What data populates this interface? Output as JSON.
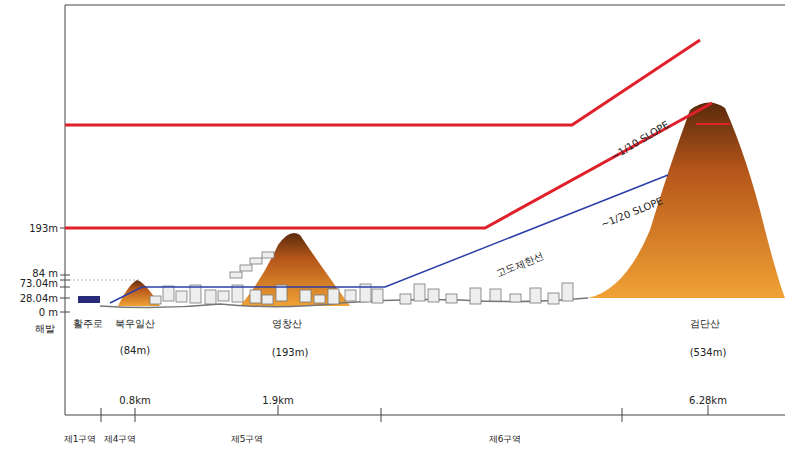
{
  "diagram": {
    "labels": [
      "193m",
      "84 m",
      "73.04m",
      "28.04m",
      "0 m",
      "해발",
      "활주로",
      "북우일산",
      "(84m)",
      "영창산",
      "(193m)",
      "검단산",
      "(534m)",
      "0.8km",
      "1.9km",
      "6.28km",
      "제1구역",
      "제4구역",
      "제5구역",
      "제6구역",
      "~1/10 SLOPE",
      "~1/20 SLOPE",
      "고도제한선"
    ]
  }
}
